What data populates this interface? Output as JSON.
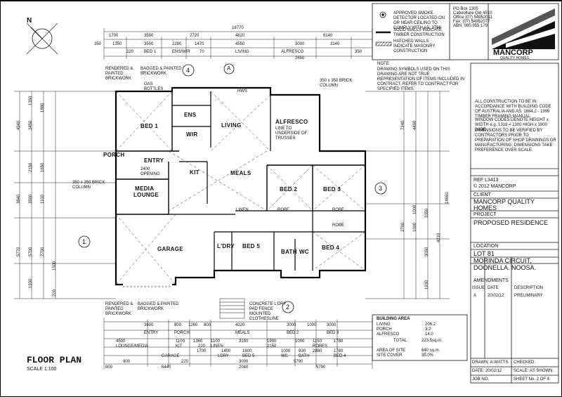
{
  "legend": {
    "smoke": "APPROVED SMOKE DETECTOR LOCATED ON OR NEAR CEILING TO COMPLY WITH AS. 3786",
    "solid": "SOLID WALLS INDICATE TIMBER CONSTRUCTION",
    "hatched": "HATCHED WALLS INDICATE MASONRY CONSTRUCTION"
  },
  "note": {
    "heading": "NOTE",
    "text": "DRAWING SYMBOLS USED ON THIS DRAWING ARE NOT TRUE REPRESENTATION OF ITEMS INCLUDED IN CONTRACT. REFER TO CONTRACT FOR SPECIFIED ITEMS."
  },
  "company": {
    "name": "MANCORP",
    "tagline": "QUALITY HOMES",
    "address": [
      "PO Box 1305",
      "Caboolture Qld 4510",
      "Office (07) 54952011",
      "Fax: (07) 54952077",
      "ABN: 080 955 179"
    ]
  },
  "spec_notes": [
    "ALL CONSTRUCTION TO BE IN ACCORDANCE WITH BUILDING CODE OF AUSTRALIA AND AS. 1684.2 - 1999 TIMBER FRAMING MANUAL.",
    "WINDOW CODES DENOTE HEIGHT x WIDTH e.g. 1318 = 1300 HIGH x 1800 WIDE",
    "DIMENSIONS TO BE VERIFIED BY CONTRACTORS PRIOR TO PREPARATION OF SHOP DRAWINGS OR MANUFACTURING. DIMENSIONS TAKE PREFERENCE OVER SCALE."
  ],
  "ref": "REF L3413",
  "copyright": "© 2012 MANCORP",
  "client": {
    "label": "CLIENT",
    "value": "MANCORP QUALITY HOMES"
  },
  "project": {
    "label": "PROJECT",
    "value": "PROPOSED RESIDENCE"
  },
  "location": {
    "label": "LOCATION",
    "lines": [
      "LOT 81",
      "MORINDA CIRCUIT,",
      "DOONELLA. NOOSA."
    ]
  },
  "amendments": {
    "label": "AMENDMENTS",
    "headers": [
      "ISSUE",
      "DATE",
      "DESCRIPTION"
    ],
    "rows": [
      [
        "A",
        "20/02/12",
        "PRELIMINARY"
      ]
    ]
  },
  "titleblock": {
    "drawn_label": "DRAWN:",
    "drawn": "A.WATTS",
    "checked_label": "CHECKED:",
    "date_label": "DATE:",
    "date": "20/02/12",
    "scale_label": "SCALE:",
    "scale": "AS SHOWN",
    "job_label": "JOB NO.",
    "sheet_label": "SHEET No.",
    "sheet": "2 OF 4"
  },
  "plan_title": "FLOOR PLAN",
  "plan_scale": "SCALE 1:100",
  "building_area": {
    "heading": "BUILDING AREA",
    "rows": [
      [
        "LIVING",
        "206.2"
      ],
      [
        "PORCH",
        "3.2"
      ],
      [
        "ALFRESCO",
        "14.0"
      ]
    ],
    "total_label": "TOTAL",
    "total": "223.5sq.m.",
    "site_label": "AREA OF SITE",
    "site": "640 sq.m.",
    "cover_label": "SITE COVER",
    "cover": "35.0%"
  },
  "rooms": {
    "bed1": "BED 1",
    "ens": "ENS",
    "wir": "WIR",
    "living": "LIVING",
    "alfresco": "ALFRESCO",
    "porch": "PORCH",
    "entry": "ENTRY",
    "kit": "KIT",
    "meals": "MEALS",
    "media": "MEDIA",
    "lounge": "LOUNGE",
    "bed2": "BED 2",
    "bed3": "BED 3",
    "garage": "GARAGE",
    "ldry": "L'DRY",
    "bed5": "BED 5",
    "bath": "BATH",
    "wc": "WC",
    "bed4": "BED 4",
    "robe1": "ROBE",
    "robe2": "ROBE",
    "robe3": "ROBE",
    "linen": "LINEN"
  },
  "dims": {
    "overall": "18770",
    "top1": [
      "1700",
      "3590",
      "2720",
      "4620",
      "6140"
    ],
    "top2": [
      "350",
      "1350",
      "3500",
      "2280",
      "1470",
      "4550",
      "3000",
      "3140"
    ],
    "top2b": [
      "220",
      "BED 1",
      "ENS/WIR",
      "70",
      "LIVING",
      "ALFRESCO",
      "2650",
      "350"
    ],
    "bot1": [
      "3600",
      "800",
      "1260",
      "800",
      "4220",
      "3000",
      "1000",
      "3000"
    ],
    "bot1b": [
      "ENTRY",
      "PORCH",
      "MEALS",
      "BED 2",
      "BED 3"
    ],
    "bot2": [
      "4500",
      "1100",
      "1360",
      "1100",
      "3150",
      "1930",
      "1000",
      "1150",
      "1780"
    ],
    "bot2b": [
      "LOUNGE/MEDIA",
      "KIT",
      "220",
      "LINEN",
      "2150",
      "ROBES"
    ],
    "bot3": [
      "1700",
      "1400",
      "1600",
      "1000",
      "930",
      "2880",
      "1780"
    ],
    "bot3b": [
      "GARAGE",
      "LDRY",
      "BED 5",
      "WC",
      "BATH",
      "BED 4"
    ],
    "bot4": [
      "800",
      "6440",
      "2040",
      "5790"
    ],
    "bot4b": [
      "900",
      "220",
      "3000",
      "5790"
    ],
    "left": [
      "4940",
      "1350",
      "3450",
      "1880",
      "2150",
      "1650",
      "3840",
      "3500",
      "1100",
      "5770",
      "5700",
      "2700",
      "1930",
      "1500",
      "220"
    ],
    "right": [
      "7240",
      "4490",
      "2700",
      "1000",
      "1000",
      "3350",
      "3050",
      "4210",
      "14650",
      "1930"
    ]
  },
  "labels": {
    "rendered": "RENDERED & PAINTED BRICKWORK",
    "bagged": "BAGGED & PAINTED BRICKWORK",
    "column": "350 x 350 BRICK COLUMN",
    "concrete": "CONCRETE L'DRY PAD FENCE MOUNTED CLOTHESLINE",
    "alfresco_note": "LINE TO UNDERSIDE OF TRUSSES",
    "gas": "GAS BOTTLES",
    "hws": "HWS",
    "opening": "2400 OPENING"
  },
  "markers": [
    "1",
    "2",
    "3",
    "4",
    "A"
  ],
  "north": "N"
}
